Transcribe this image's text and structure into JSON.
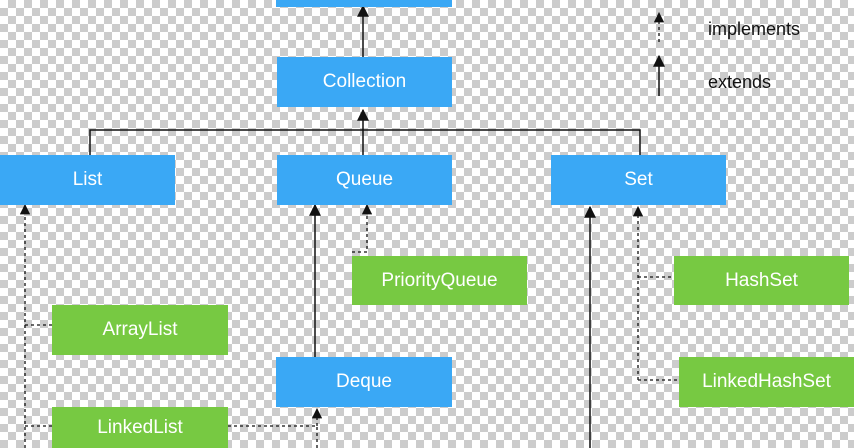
{
  "colors": {
    "interface": "#3aa8f5",
    "class": "#77c942",
    "line": "#111111"
  },
  "nodes": {
    "collection": "Collection",
    "list": "List",
    "queue": "Queue",
    "set": "Set",
    "priority_queue": "PriorityQueue",
    "hash_set": "HashSet",
    "array_list": "ArrayList",
    "deque": "Deque",
    "linked_hash_set": "LinkedHashSet",
    "linked_list": "LinkedList"
  },
  "legend": {
    "implements": "implements",
    "extends": "extends"
  }
}
